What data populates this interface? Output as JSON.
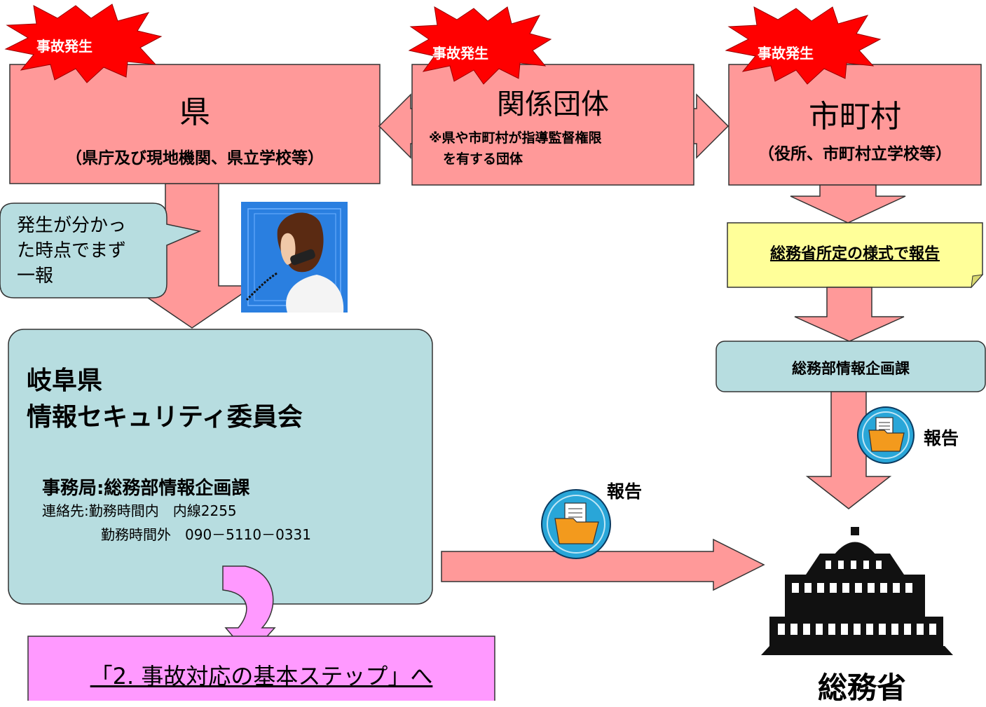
{
  "bursts": {
    "ken": "事故発生",
    "dantai": "事故発生",
    "shichoson": "事故発生"
  },
  "ken": {
    "title": "県",
    "subtitle": "（県庁及び現地機関、県立学校等）"
  },
  "kankei": {
    "title": "関係団体",
    "note_line1": "※県や市町村が指導監督権限",
    "note_line2": "を有する団体"
  },
  "shichoson": {
    "title": "市町村",
    "subtitle": "（役所、市町村立学校等）"
  },
  "bubble": {
    "line1": "発生が分かっ",
    "line2": "た時点でまず",
    "line3": "一報"
  },
  "committee": {
    "title_line1": "岐阜県",
    "title_line2": "情報セキュリティ委員会",
    "office": "事務局:総務部情報企画課",
    "contact_label": "連絡先:",
    "contact_line1": "勤務時間内　内線2255",
    "contact_line2": "勤務時間外　090－5110－0331"
  },
  "form_note": "総務省所定の様式で報告",
  "dept_box": "総務部情報企画課",
  "report_right": "報告",
  "report_center": "報告",
  "ministry": "総務省",
  "next_step": "「2. 事故対応の基本ステップ」へ",
  "colors": {
    "pink_box": "#ff9999",
    "teal_box": "#b7dde0",
    "note_yellow": "#ffff99",
    "link_box": "#ff99ff",
    "burst_red": "#ff0000",
    "folder_circle": "#29a6d8"
  }
}
